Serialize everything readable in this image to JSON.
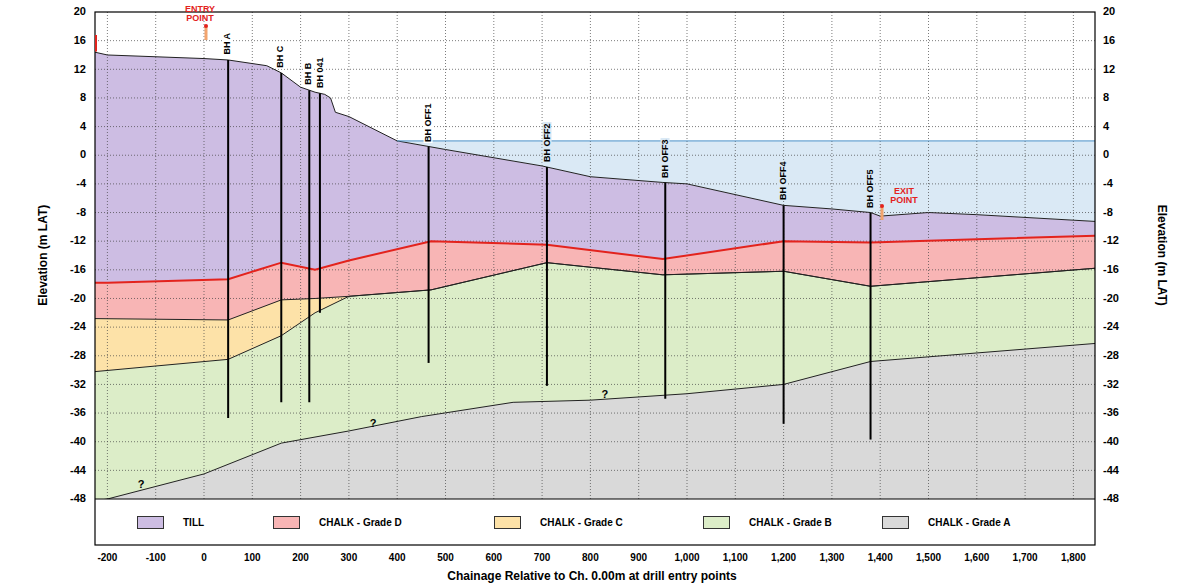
{
  "diagram": {
    "labels": [
      "ENTRY POINT",
      "EXIT POINT",
      "BH A",
      "BH C",
      "BH B",
      "BH 041",
      "BH OFF1",
      "BH OFF2",
      "BH OFF3",
      "BH OFF4",
      "BH OFF5",
      "?",
      "?",
      "?",
      "20",
      "16",
      "12",
      "8",
      "4",
      "0",
      "-4",
      "-8",
      "-12",
      "-16",
      "-20",
      "-24",
      "-28",
      "-32",
      "-36",
      "-40",
      "-44",
      "-48",
      "20",
      "16",
      "12",
      "8",
      "4",
      "0",
      "-4",
      "-8",
      "-12",
      "-16",
      "-20",
      "-24",
      "-28",
      "-32",
      "-36",
      "-40",
      "-44",
      "-48",
      "Elevation (m LAT)",
      "Elevation (m LAT)",
      "-200",
      "-100",
      "0",
      "100",
      "200",
      "300",
      "400",
      "500",
      "600",
      "700",
      "800",
      "900",
      "1,000",
      "1,100",
      "1,200",
      "1,300",
      "1,400",
      "1,500",
      "1,600",
      "1,700",
      "1,800",
      "Chainage Relative to Ch. 0.00m at drill entry points"
    ],
    "legend": [
      {
        "text": "TILL",
        "color": "#cdbde3"
      },
      {
        "text": "CHALK - Grade D",
        "color": "#f8b5b5"
      },
      {
        "text": "CHALK - Grade C",
        "color": "#fde2a8"
      },
      {
        "text": "CHALK - Grade B",
        "color": "#dcedc8"
      },
      {
        "text": "CHALK - Grade A",
        "color": "#d9d9d9"
      }
    ]
  }
}
